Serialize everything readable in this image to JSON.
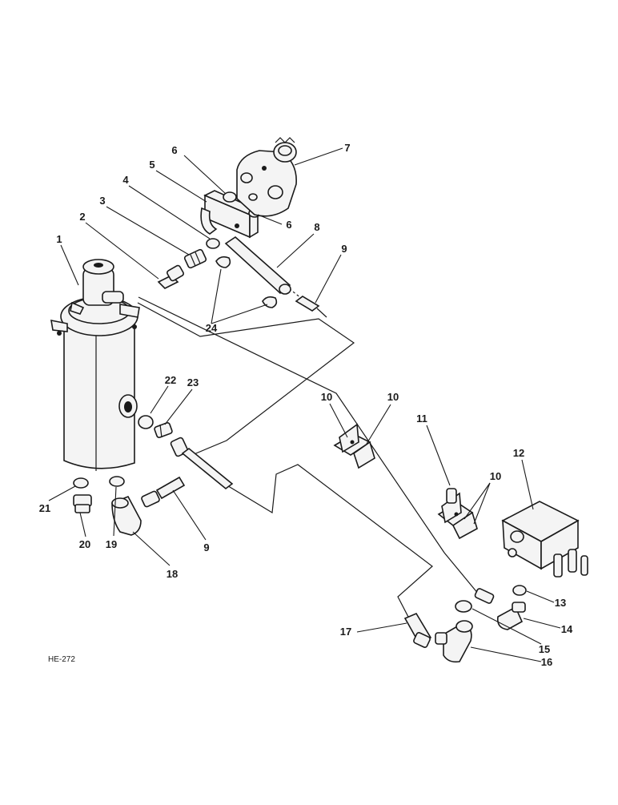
{
  "drawing_code": "HE-272",
  "callouts": [
    "1",
    "2",
    "3",
    "4",
    "5",
    "6",
    "6",
    "7",
    "8",
    "9",
    "24",
    "10",
    "10",
    "11",
    "10",
    "12",
    "22",
    "23",
    "21",
    "19",
    "20",
    "18",
    "9",
    "13",
    "14",
    "15",
    "16",
    "17"
  ]
}
